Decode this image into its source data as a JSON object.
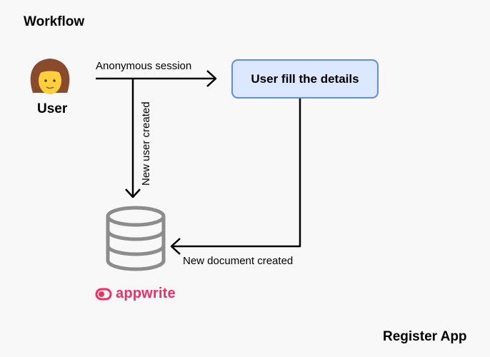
{
  "diagram": {
    "title": "Workflow",
    "footer": "Register App",
    "actor": {
      "label": "User",
      "icon": "woman-icon"
    },
    "process": {
      "label": "User fill the details",
      "fill": "#dbe8fd",
      "border": "#5b8def"
    },
    "database": {
      "icon": "database-icon",
      "brand": "appwrite",
      "brand_color": "#f02e65"
    },
    "edges": [
      {
        "from": "User",
        "to": "User fill the details",
        "label": "Anonymous session"
      },
      {
        "from": "User",
        "to": "database",
        "label": "New user created"
      },
      {
        "from": "User fill the details",
        "to": "database",
        "label": "New document created"
      }
    ]
  }
}
